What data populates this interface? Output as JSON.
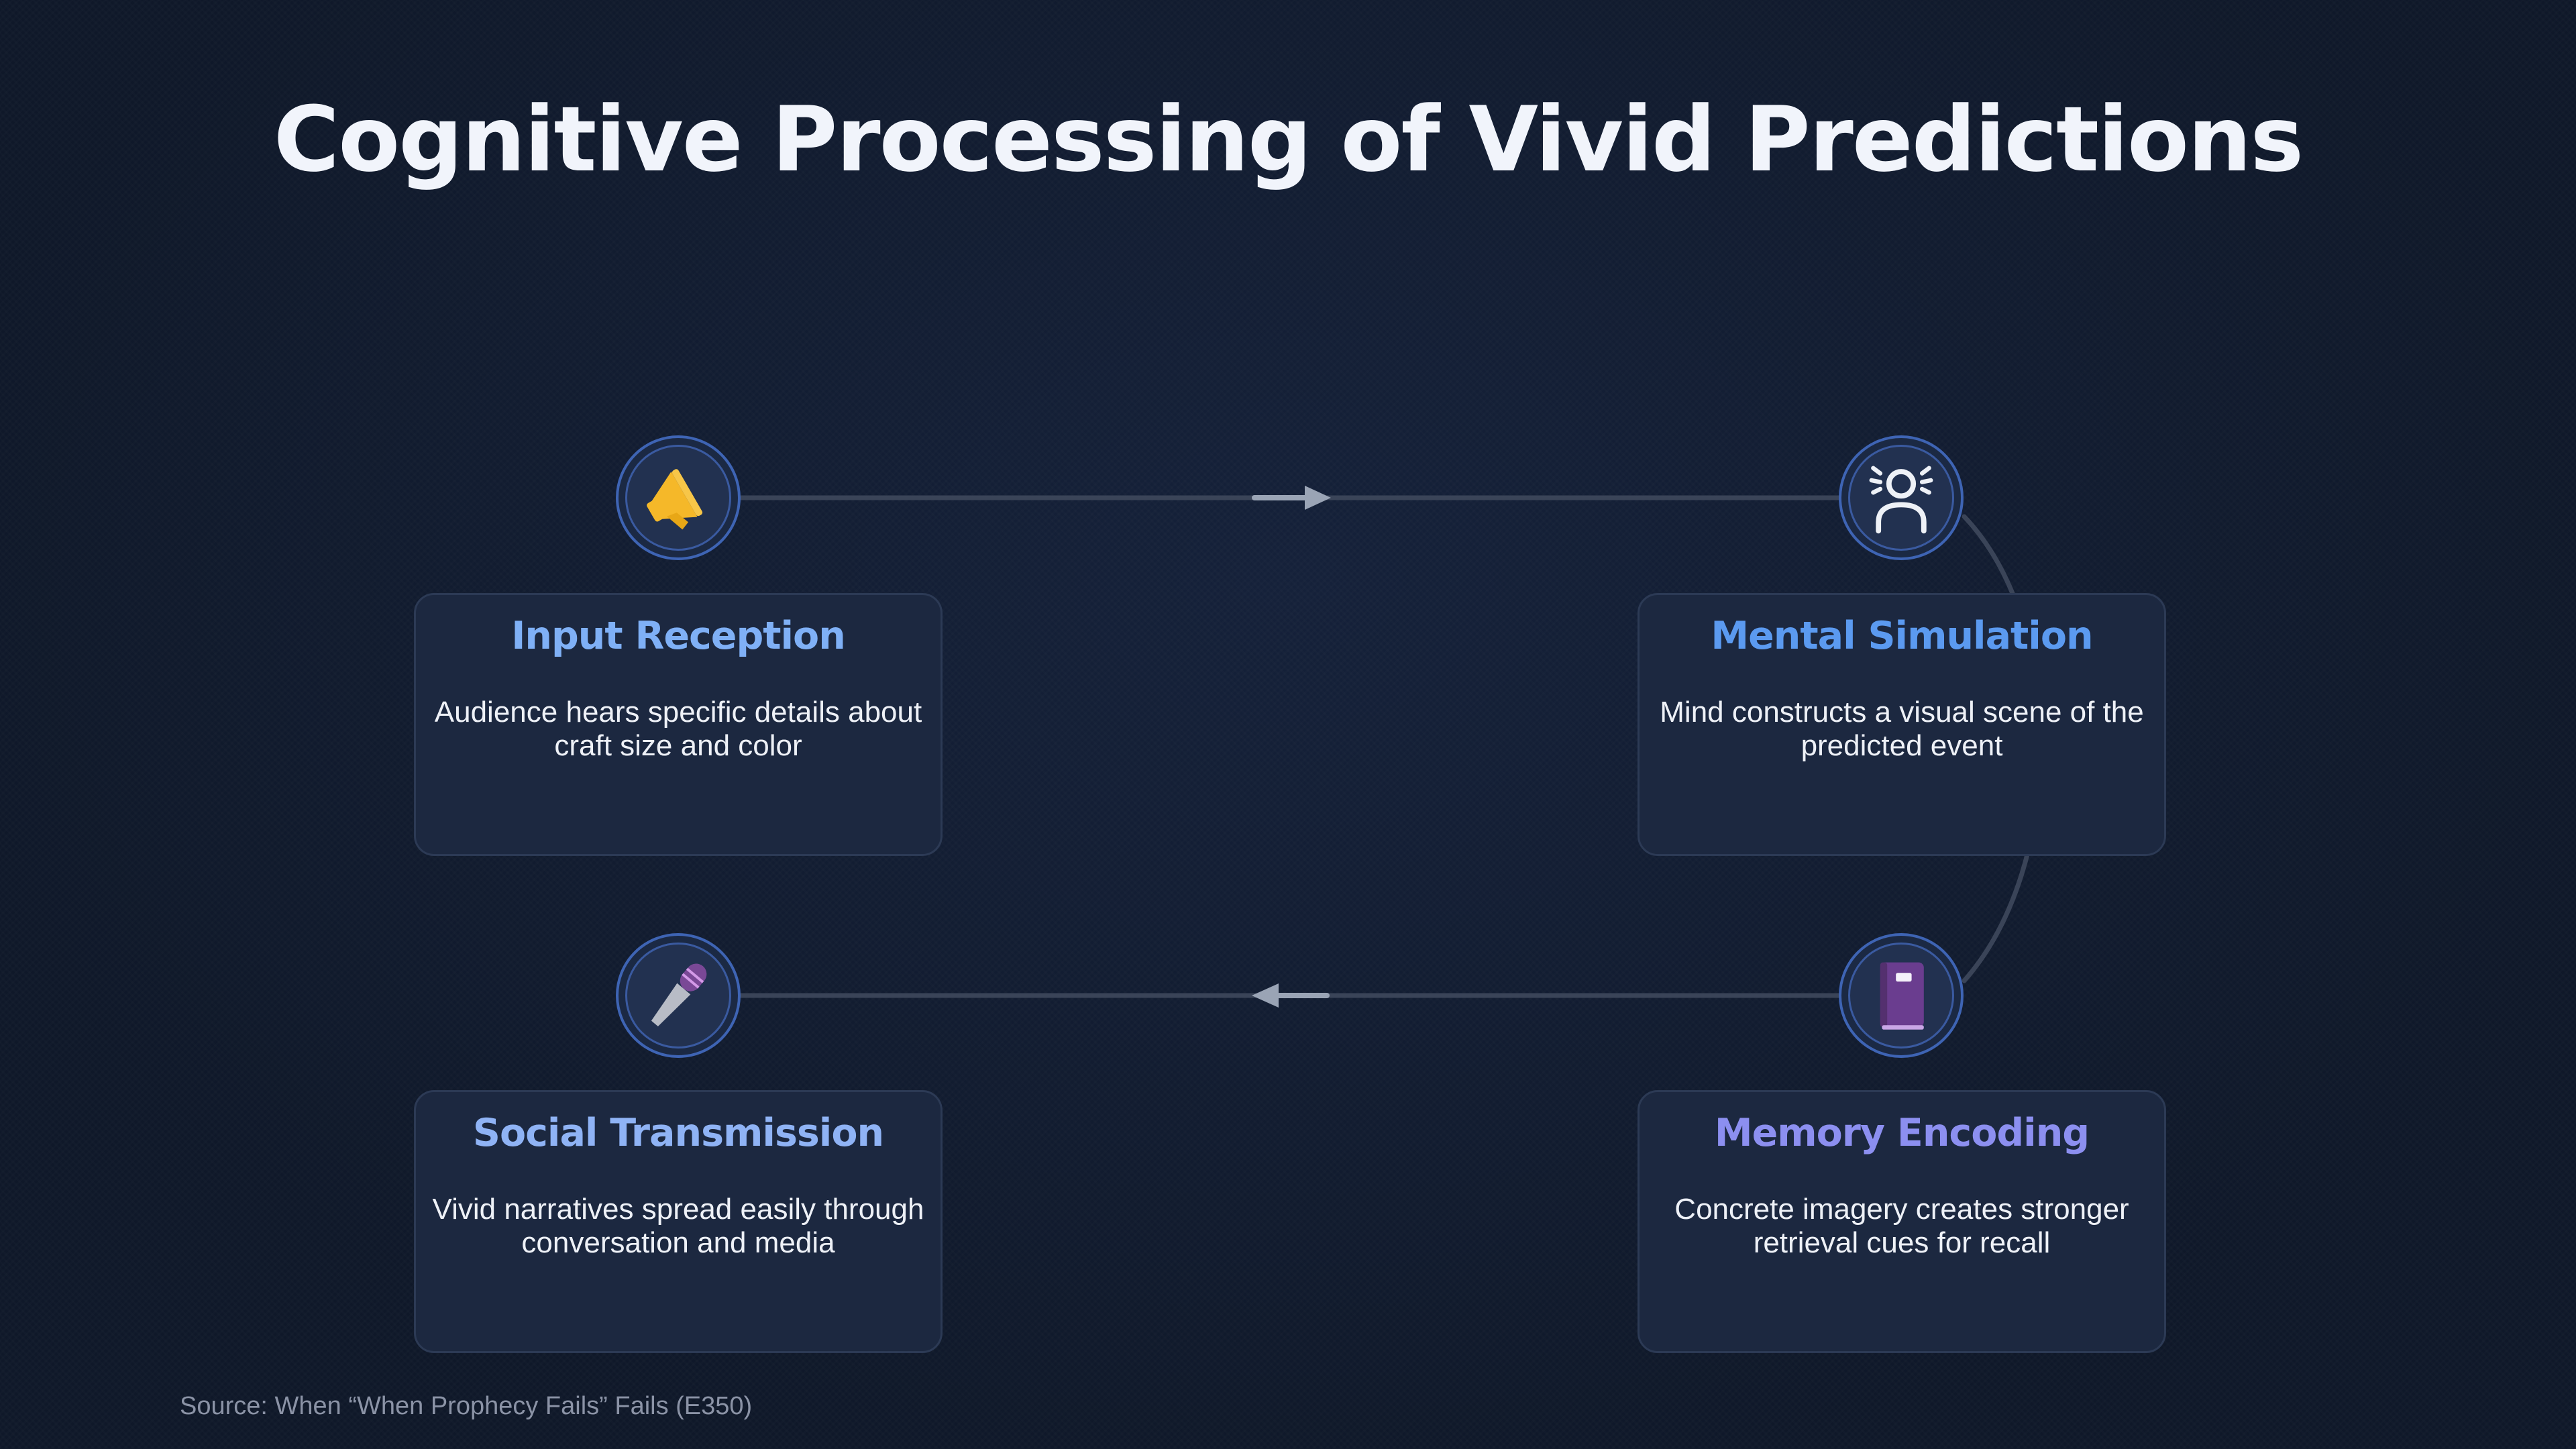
{
  "title": "Cognitive Processing of Vivid Predictions",
  "steps": [
    {
      "title": "Input Reception",
      "description": "Audience hears specific details about craft size and color",
      "icon": "megaphone-icon",
      "title_color": "#7fb0f6"
    },
    {
      "title": "Mental Simulation",
      "description": "Mind constructs a visual scene of the predicted event",
      "icon": "person-thinking-icon",
      "title_color": "#5b9af0"
    },
    {
      "title": "Memory Encoding",
      "description": "Concrete imagery creates stronger retrieval cues for recall",
      "icon": "notebook-icon",
      "title_color": "#8c8ff0"
    },
    {
      "title": "Social Transmission",
      "description": "Vivid narratives spread easily through conversation and media",
      "icon": "microphone-icon",
      "title_color": "#8fb3f5"
    }
  ],
  "source": "Source: When “When Prophecy Fails” Fails (E350)",
  "colors": {
    "background": "#101a2e",
    "card": "#1c2840",
    "connector": "#3a4458",
    "arrow": "#9aa4b5"
  }
}
